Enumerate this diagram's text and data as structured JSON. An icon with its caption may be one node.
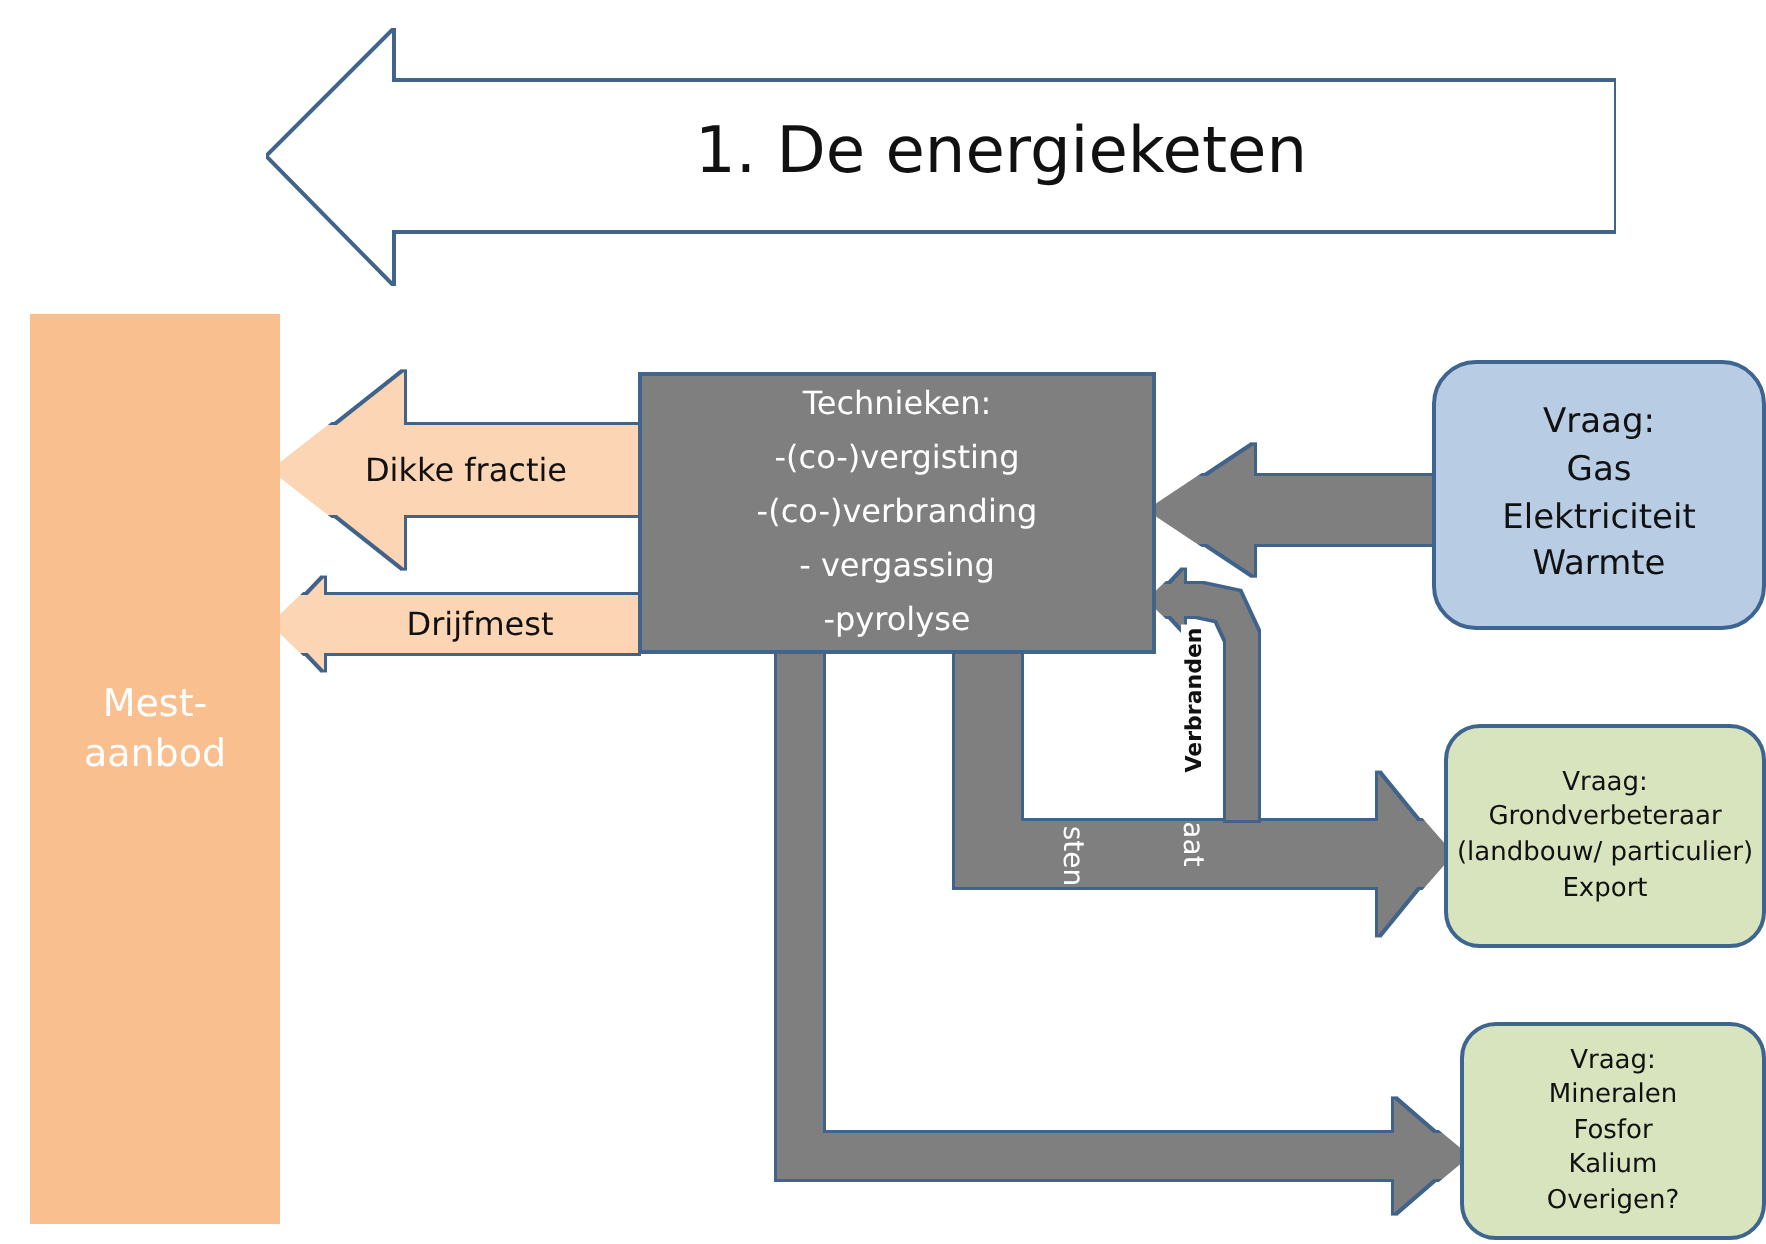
{
  "diagram": {
    "nodes": [
      {
        "text": [
          "1. De energieketen"
        ]
      },
      {
        "text": [
          "Mest- aanbod"
        ]
      },
      {
        "text": [
          "Technieken:",
          "-(co-)vergisting",
          "-(co-)verbranding",
          "- vergassing",
          "-pyrolyse"
        ]
      },
      {
        "text": [
          "Vraag:",
          "Gas",
          "Elektriciteit",
          "Warmte"
        ]
      },
      {
        "text": [
          "Vraag:",
          "Grondverbeteraar",
          "(landbouw/ particulier)",
          "Export"
        ]
      },
      {
        "text": [
          "Vraag:",
          "Mineralen",
          "Fosfor",
          "Kalium",
          "Overigen?"
        ]
      }
    ],
    "edges": [
      {
        "from": 2,
        "to": 1,
        "arrow": "to",
        "label": "Dikke fractie",
        "color": "#fcd5b4"
      },
      {
        "from": 2,
        "to": 1,
        "arrow": "to",
        "label": "Drijfmest",
        "color": "#fcd5b4"
      },
      {
        "from": 3,
        "to": 2,
        "arrow": "to"
      },
      {
        "from": 2,
        "to": 4,
        "arrow": "to"
      },
      {
        "from": null,
        "to": 2,
        "arrow": "to",
        "label": "Verbranden"
      },
      {
        "from": 2,
        "to": 5,
        "arrow": "to"
      }
    ],
    "labels": [
      "sten",
      "aat"
    ]
  }
}
